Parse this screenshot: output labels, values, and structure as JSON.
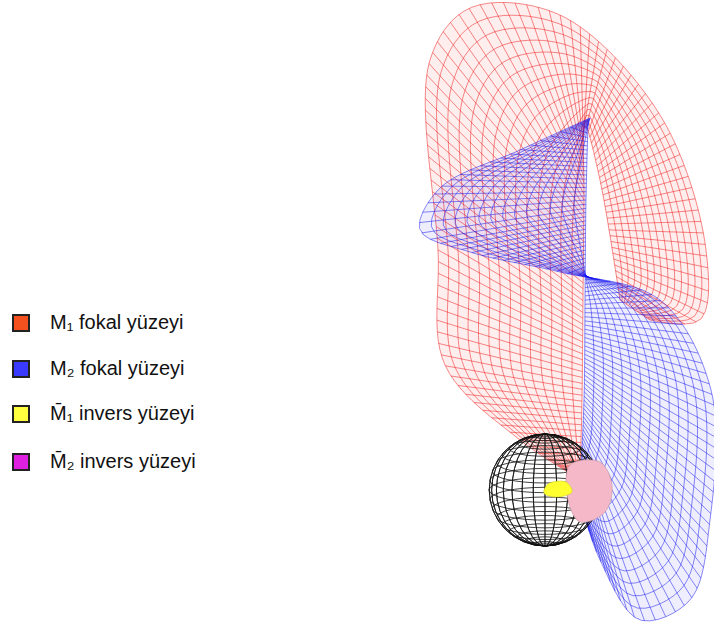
{
  "diagram": {
    "legend": [
      {
        "text": "M₁ fokal yüzeyi",
        "color": "#f4511e"
      },
      {
        "text": "M₂ fokal yüzeyi",
        "color": "#3a3aff"
      },
      {
        "text": "M̄₁ invers yüzeyi",
        "color": "#ffff40"
      },
      {
        "text": "M̄₂ invers yüzeyi",
        "color": "#e020e0"
      }
    ]
  }
}
